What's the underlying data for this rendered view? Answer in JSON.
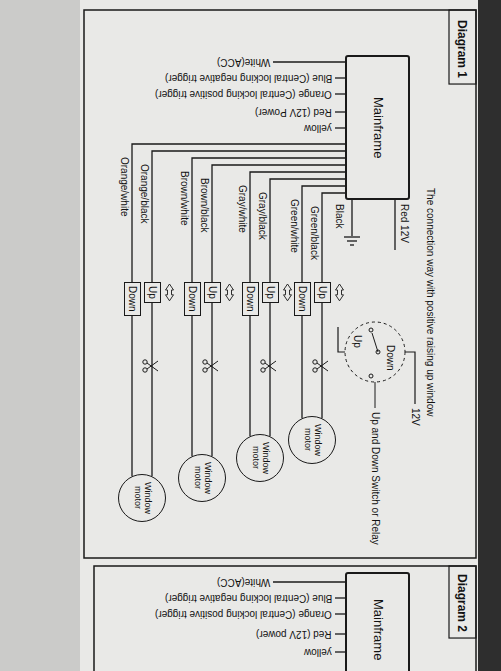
{
  "diagram": {
    "title": "Diagram 1",
    "nodes": [
      {
        "text": [
          "Mainframe"
        ]
      },
      {
        "text": [
          "Up"
        ]
      },
      {
        "text": [
          "Down"
        ]
      },
      {
        "text": [
          "Up"
        ]
      },
      {
        "text": [
          "Down"
        ]
      },
      {
        "text": [
          "Up"
        ]
      },
      {
        "text": [
          "Down"
        ]
      },
      {
        "text": [
          "Up"
        ]
      },
      {
        "text": [
          "Down"
        ]
      },
      {
        "text": [
          "Window motor"
        ]
      },
      {
        "text": [
          "Window motor"
        ]
      },
      {
        "text": [
          "Window motor"
        ]
      },
      {
        "text": [
          "Window motor"
        ]
      },
      {
        "text": [
          "Mainframe"
        ]
      }
    ],
    "edges": [
      {
        "from": 0,
        "to": 1,
        "arrow": "none",
        "label": "Green/black"
      },
      {
        "from": 0,
        "to": 2,
        "arrow": "none",
        "label": "Green/white"
      },
      {
        "from": 0,
        "to": 3,
        "arrow": "none",
        "label": "Gray/black"
      },
      {
        "from": 0,
        "to": 4,
        "arrow": "none",
        "label": "Gray/white"
      },
      {
        "from": 0,
        "to": 5,
        "arrow": "none",
        "label": "Brown/black"
      },
      {
        "from": 0,
        "to": 6,
        "arrow": "none",
        "label": "Brown/white"
      },
      {
        "from": 0,
        "to": 7,
        "arrow": "none",
        "label": "Orange/black"
      },
      {
        "from": 0,
        "to": 8,
        "arrow": "none",
        "label": "Orange/white"
      },
      {
        "from": 1,
        "to": 9,
        "arrow": "none"
      },
      {
        "from": 2,
        "to": 9,
        "arrow": "none"
      },
      {
        "from": 3,
        "to": 10,
        "arrow": "none"
      },
      {
        "from": 4,
        "to": 10,
        "arrow": "none"
      },
      {
        "from": 5,
        "to": 11,
        "arrow": "none"
      },
      {
        "from": 6,
        "to": 11,
        "arrow": "none"
      },
      {
        "from": 7,
        "to": 12,
        "arrow": "none"
      },
      {
        "from": 8,
        "to": 12,
        "arrow": "none"
      }
    ],
    "labels": [
      "The connection way with positive raising up window",
      "White(ACC)",
      "Blue (Central locking negative trigger)",
      "Orange (Central locking positive trigger)",
      "Red (12V Power)",
      "yellow",
      "Black",
      "Red 12V",
      "Up",
      "Down",
      "12V",
      "Up and Down Switch or Relay",
      "Diagram 2",
      "White(ACC)",
      "Blue (Central locking negative trigger)",
      "Orange (Central locking positive trigger)",
      "Red (12V power)",
      "yellow"
    ]
  }
}
